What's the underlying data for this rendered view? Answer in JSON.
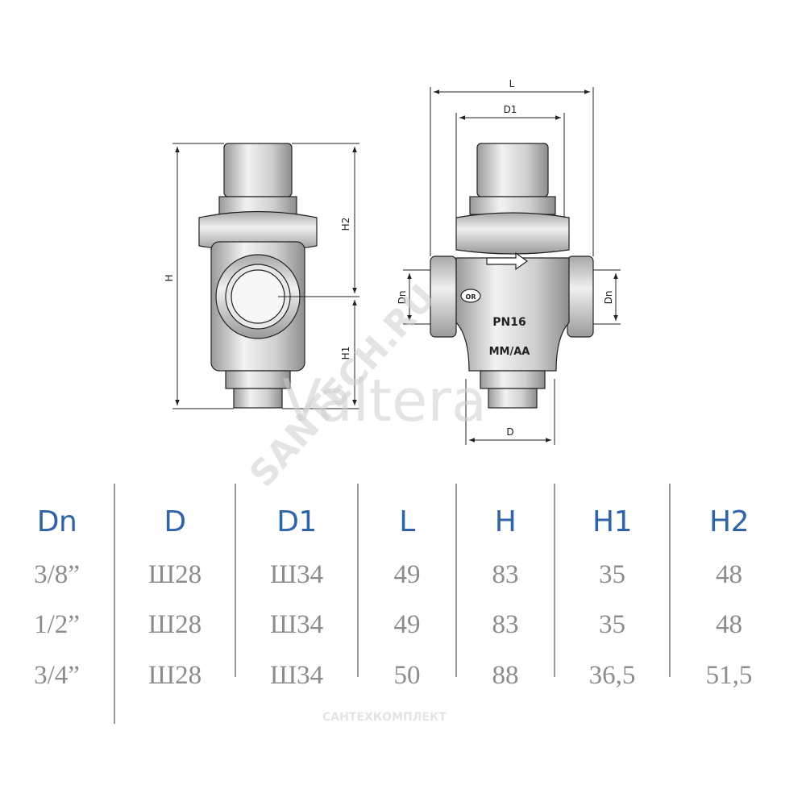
{
  "drawing": {
    "dim_labels": {
      "H": "H",
      "H1": "H1",
      "H2": "H2",
      "L": "L",
      "D1": "D1",
      "D": "D",
      "Dn_left": "Dn",
      "Dn_right": "Dn"
    },
    "body_marks": {
      "pn": "PN16",
      "code": "MM/AA",
      "logo": "OR"
    },
    "watermarks": {
      "brand": "Valtera",
      "site": "SANTECH.RU",
      "vendor": "САНТЕХКОМПЛЕКТ"
    }
  },
  "table": {
    "headers": [
      "Dn",
      "D",
      "D1",
      "L",
      "H",
      "H1",
      "H2"
    ],
    "rows": [
      [
        "3/8”",
        "Ш28",
        "Ш34",
        "49",
        "83",
        "35",
        "48"
      ],
      [
        "1/2”",
        "Ш28",
        "Ш34",
        "49",
        "83",
        "35",
        "48"
      ],
      [
        "3/4”",
        "Ш28",
        "Ш34",
        "50",
        "88",
        "36,5",
        "51,5"
      ]
    ]
  },
  "colors": {
    "header": "#2f64a8",
    "cell": "#8c8c8c",
    "divider": "#9a9a9a"
  }
}
